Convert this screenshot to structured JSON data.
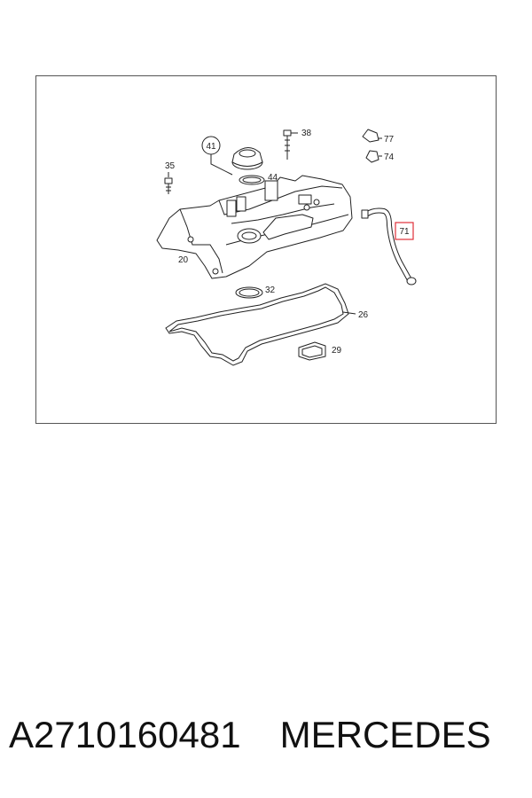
{
  "diagram": {
    "callouts": {
      "c41": "41",
      "c44": "44",
      "c38": "38",
      "c77": "77",
      "c74": "74",
      "c35": "35",
      "c20": "20",
      "c71": "71",
      "c32": "32",
      "c26": "26",
      "c29": "29"
    },
    "highlight_color": "#e0303a"
  },
  "caption": {
    "part_number": "A2710160481",
    "brand": "MERCEDES"
  }
}
